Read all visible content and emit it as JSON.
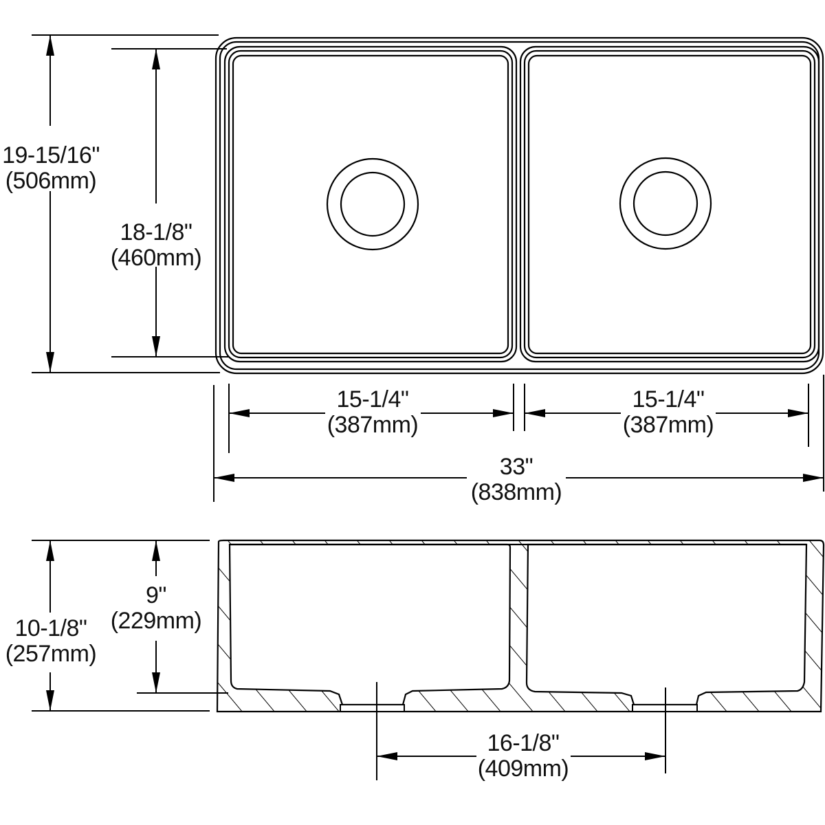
{
  "diagram": {
    "title": "Double bowl sink dimension drawing",
    "views": [
      "top-view",
      "section-view"
    ],
    "colors": {
      "line": "#000000",
      "background": "#ffffff",
      "text": "#111111"
    }
  },
  "top_view": {
    "dimensions": {
      "overall_depth": {
        "imperial": "19-15/16\"",
        "metric": "(506mm)"
      },
      "bowl_depth": {
        "imperial": "18-1/8\"",
        "metric": "(460mm)"
      },
      "left_bowl_width": {
        "imperial": "15-1/4\"",
        "metric": "(387mm)"
      },
      "right_bowl_width": {
        "imperial": "15-1/4\"",
        "metric": "(387mm)"
      },
      "overall_width": {
        "imperial": "33\"",
        "metric": "(838mm)"
      }
    },
    "drains": [
      "left-drain",
      "right-drain"
    ]
  },
  "section_view": {
    "dimensions": {
      "overall_height": {
        "imperial": "10-1/8\"",
        "metric": "(257mm)"
      },
      "bowl_height": {
        "imperial": "9\"",
        "metric": "(229mm)"
      },
      "drain_center_distance": {
        "imperial": "16-1/8\"",
        "metric": "(409mm)"
      }
    }
  }
}
